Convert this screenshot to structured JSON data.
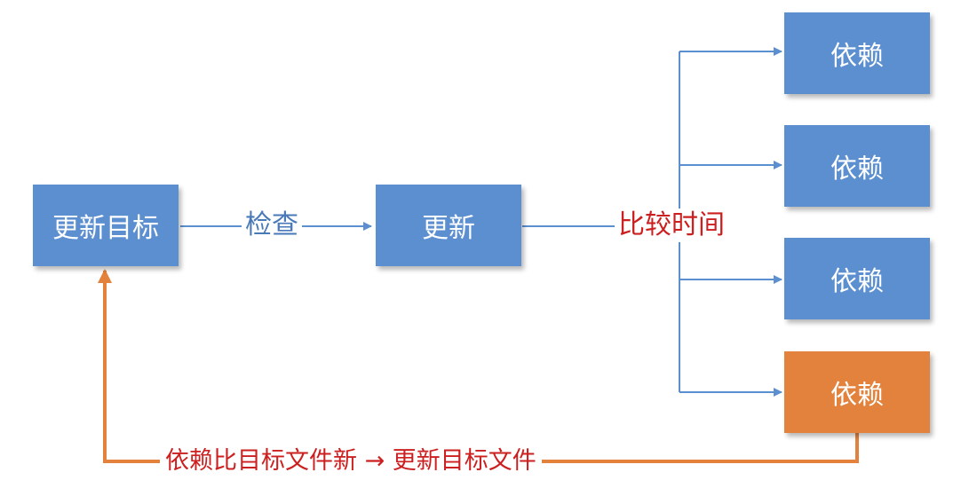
{
  "colors": {
    "blue": "#5b8fd0",
    "orange": "#e2823c",
    "blue_text": "#4a79b7",
    "red_text": "#cc1f1f"
  },
  "nodes": {
    "target": "更新目标",
    "update": "更新",
    "dep1": "依赖",
    "dep2": "依赖",
    "dep3": "依赖",
    "dep4": "依赖"
  },
  "labels": {
    "check": "检查",
    "compare_time": "比较时间",
    "bottom": "依赖比目标文件新 → 更新目标文件"
  }
}
